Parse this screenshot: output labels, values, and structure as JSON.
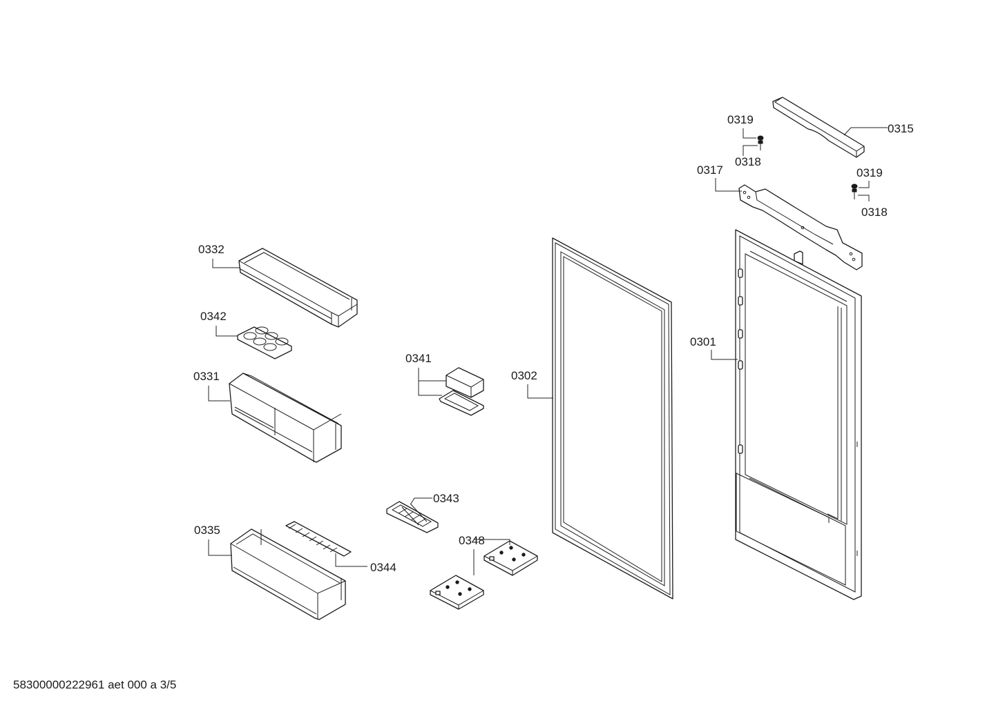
{
  "footer": {
    "text": "58300000222961 aet 000 a 3/5"
  },
  "labels": {
    "p0301": "0301",
    "p0302": "0302",
    "p0315": "0315",
    "p0317": "0317",
    "p0318a": "0318",
    "p0318b": "0318",
    "p0319a": "0319",
    "p0319b": "0319",
    "p0331": "0331",
    "p0332": "0332",
    "p0335": "0335",
    "p0341": "0341",
    "p0342": "0342",
    "p0343": "0343",
    "p0344": "0344",
    "p0348": "0348"
  }
}
